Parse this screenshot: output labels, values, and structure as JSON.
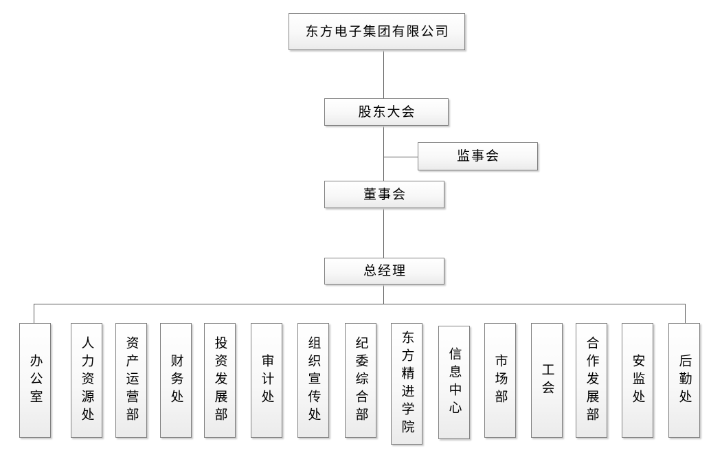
{
  "org": {
    "root": "东方电子集团有限公司",
    "shareholders_meeting": "股东大会",
    "supervisory_board": "监事会",
    "board_of_directors": "董事会",
    "general_manager": "总经理",
    "departments": [
      "办公室",
      "人力资源处",
      "资产运营部",
      "财务处",
      "投资发展部",
      "审计处",
      "组织宣传处",
      "纪委综合部",
      "东方精进学院",
      "信息中心",
      "市场部",
      "工会",
      "合作发展部",
      "安监处",
      "后勤处"
    ]
  },
  "colors": {
    "background": "#ffffff",
    "box_border": "#7f7f7f",
    "box_fill_top": "#ffffff",
    "box_fill_bottom": "#ebebeb",
    "box_shadow": "#c9c9c9",
    "connector_line": "#595959",
    "text": "#000000"
  }
}
